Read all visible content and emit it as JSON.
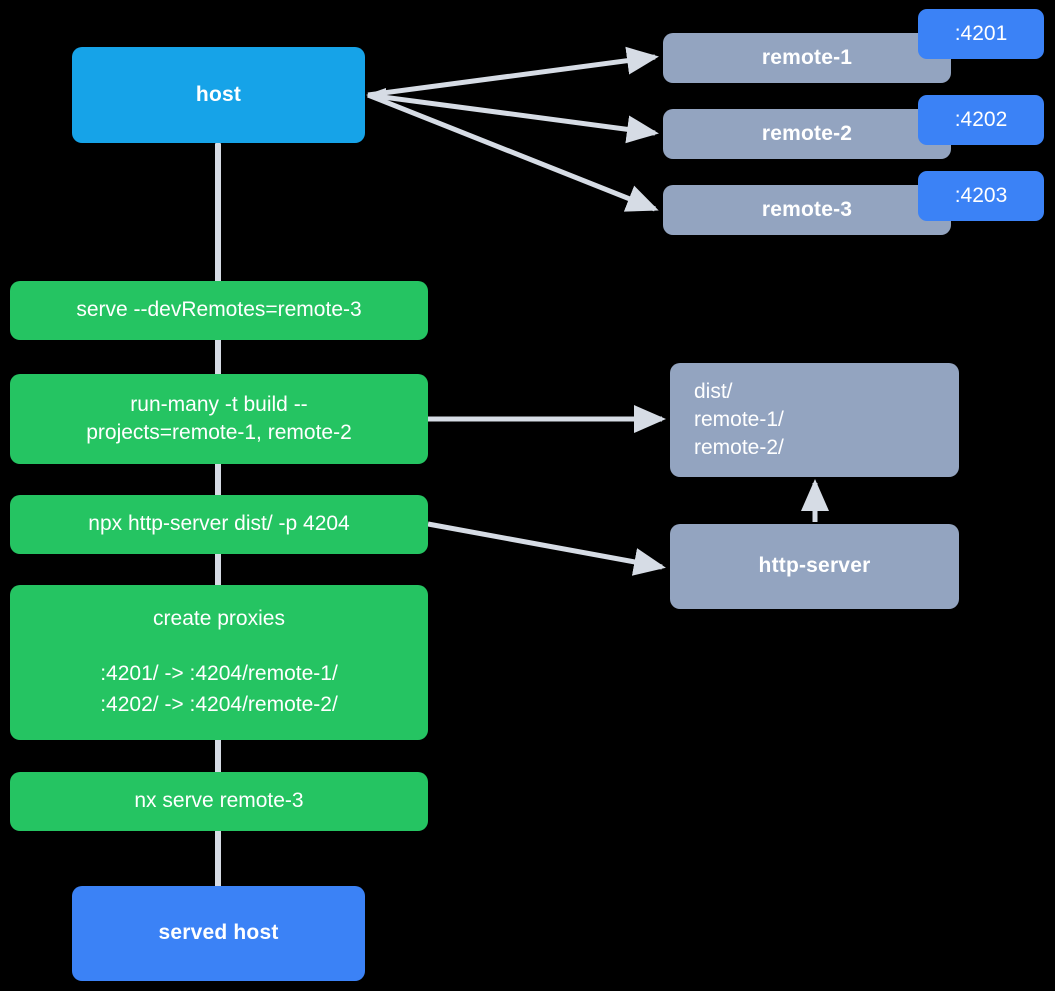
{
  "diagram": {
    "title": "Nx module federation dev-serve flow",
    "background": "#000000",
    "colors": {
      "host": "#16a3e8",
      "served_host": "#3b82f6",
      "command": "#25c462",
      "remote": "#93a4c0",
      "badge": "#3b82f6",
      "edge": "#d6dce5",
      "text": "#ffffff"
    }
  },
  "nodes": {
    "host": {
      "label": "host"
    },
    "served_host": {
      "label": "served host"
    },
    "remotes": [
      {
        "label": "remote-1",
        "port": ":4201"
      },
      {
        "label": "remote-2",
        "port": ":4202"
      },
      {
        "label": "remote-3",
        "port": ":4203"
      }
    ],
    "commands": [
      {
        "label": "serve --devRemotes=remote-3"
      },
      {
        "label": "run-many -t build --\nprojects=remote-1, remote-2"
      },
      {
        "label": "npx http-server dist/ -p 4204"
      },
      {
        "label": "create proxies",
        "sublines": ":4201/ -> :4204/remote-1/\n:4202/ -> :4204/remote-2/"
      },
      {
        "label": "nx serve remote-3"
      }
    ],
    "dist": {
      "label": "dist/\n    remote-1/\n    remote-2/"
    },
    "http_server": {
      "label": "http-server"
    }
  }
}
